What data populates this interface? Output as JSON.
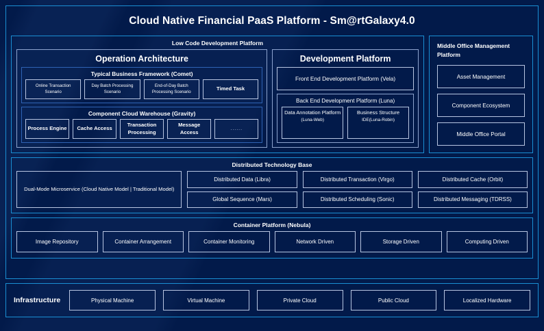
{
  "colors": {
    "background": "#021a4a",
    "panel_border_cyan": "#1a8fd4",
    "panel_border_blue": "#2f63b5",
    "box_border_light": "#b9c6e2",
    "text": "#ffffff"
  },
  "platform": {
    "title": "Cloud Native Financial PaaS Platform - Sm@rtGalaxy4.0",
    "low_code": {
      "label": "Low Code Development Platform",
      "operation_architecture": {
        "title": "Operation Architecture",
        "groups": [
          {
            "title": "Typical Business Framework (Comet)",
            "items": [
              "Online Transaction Scenario",
              "Day Batch Processing Scenario",
              "End-of-Day Batch Processing Scenario",
              "Timed Task"
            ]
          },
          {
            "title": "Component Cloud Warehouse (Gravity)",
            "items": [
              "Process Engine",
              "Cache Access",
              "Transaction Processing",
              "Message Access",
              "......"
            ]
          }
        ]
      },
      "development_platform": {
        "title": "Development Platform",
        "front_end": "Front End Development Platform (Vela)",
        "back_end": {
          "title": "Back End Development Platform (Luna)",
          "items": [
            {
              "main": "Data Annotation Platform",
              "sub": "(Luna-Web)"
            },
            {
              "main": "Business Structure",
              "sub": "IDE(Luna-Robin)"
            }
          ]
        }
      }
    },
    "middle_office": {
      "title": "Middle Office Management Platform",
      "items": [
        "Asset Management",
        "Component Ecosystem",
        "Middle Office Portal"
      ]
    },
    "distributed_technology_base": {
      "title": "Distributed Technology Base",
      "wide_item": "Dual-Mode Microservice (Cloud Native Model | Traditional Model)",
      "columns": [
        [
          "Distributed Data (Libra)",
          "Global Sequence (Mars)"
        ],
        [
          "Distributed Transaction (Virgo)",
          "Distributed Scheduling (Sonic)"
        ],
        [
          "Distributed Cache (Orbit)",
          "Distributed Messaging (TDRSS)"
        ]
      ]
    },
    "container_platform": {
      "title": "Container Platform (Nebula)",
      "items": [
        "Image Repository",
        "Container Arrangement",
        "Container Monitoring",
        "Network Driven",
        "Storage Driven",
        "Computing Driven"
      ]
    }
  },
  "infrastructure": {
    "label": "Infrastructure",
    "items": [
      "Physical Machine",
      "Virtual Machine",
      "Private Cloud",
      "Public Cloud",
      "Localized Hardware"
    ]
  }
}
